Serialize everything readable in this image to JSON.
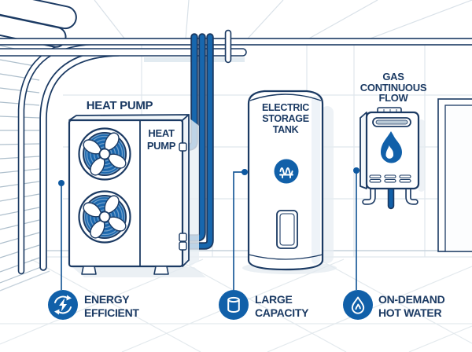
{
  "colors": {
    "outline_navy": "#1b3a63",
    "accent_blue": "#1160a9",
    "pipe_blue": "#1767ae",
    "shadow_light_blue": "#e2eaf0",
    "wall_grid_line": "#dfe6ec"
  },
  "units": {
    "heat_pump": {
      "title": "HEAT PUMP",
      "panel_label_line1": "HEAT",
      "panel_label_line2": "PUMP"
    },
    "electric_storage_tank": {
      "title_line1": "ELECTRIC",
      "title_line2": "STORAGE",
      "title_line3": "TANK"
    },
    "gas_continuous_flow": {
      "title_line1": "GAS",
      "title_line2": "CONTINUOUS",
      "title_line3": "FLOW"
    }
  },
  "callouts": [
    {
      "icon": "energy-efficient-icon",
      "line1": "ENERGY",
      "line2": "EFFICIENT"
    },
    {
      "icon": "large-capacity-icon",
      "line1": "LARGE",
      "line2": "CAPACITY"
    },
    {
      "icon": "on-demand-hot-water-icon",
      "line1": "ON-DEMAND",
      "line2": "HOT WATER"
    }
  ]
}
